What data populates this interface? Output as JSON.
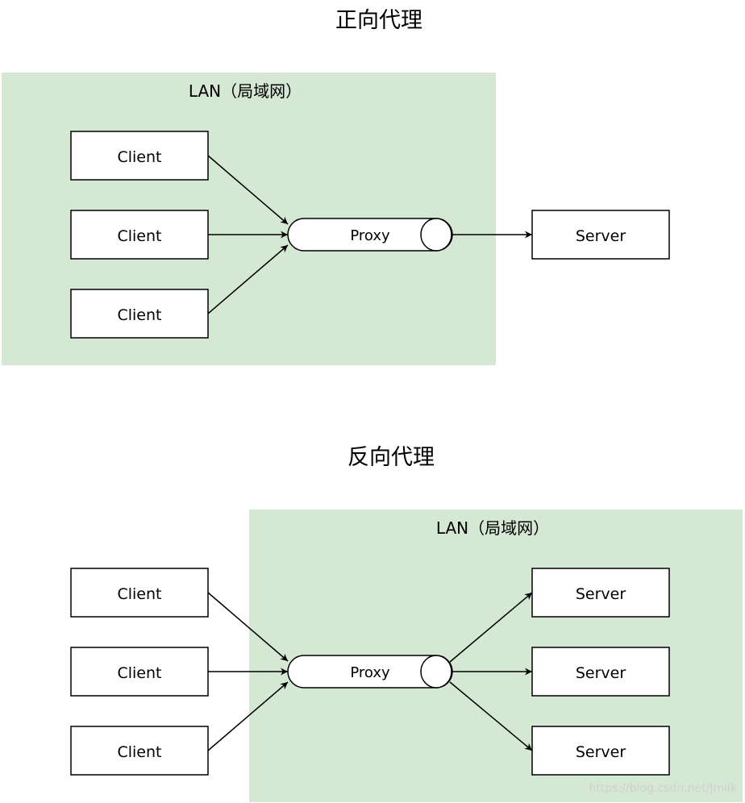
{
  "forward": {
    "title": "正向代理",
    "lan_label": "LAN（局域网）",
    "clients": [
      "Client",
      "Client",
      "Client"
    ],
    "proxy": "Proxy",
    "server": "Server"
  },
  "reverse": {
    "title": "反向代理",
    "lan_label": "LAN（局域网）",
    "clients": [
      "Client",
      "Client",
      "Client"
    ],
    "proxy": "Proxy",
    "servers": [
      "Server",
      "Server",
      "Server"
    ]
  },
  "watermark": "https://blog.csdn.net/Jmilk",
  "colors": {
    "lan_fill": "#d5e8d4",
    "stroke": "#000000",
    "box_fill": "#ffffff"
  }
}
